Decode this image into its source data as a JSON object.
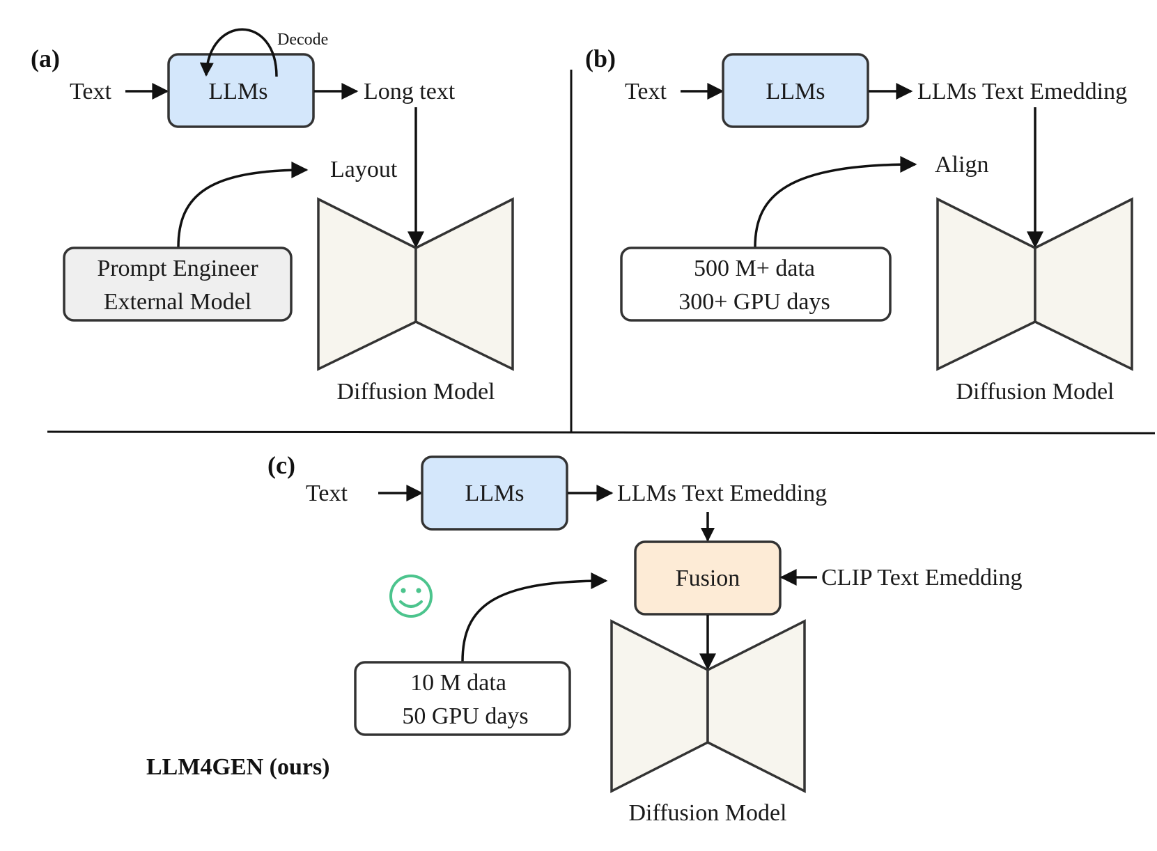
{
  "panel_a": {
    "tag": "(a)",
    "input": "Text",
    "llm": "LLMs",
    "loop": "Decode",
    "output": "Long text",
    "layout": "Layout",
    "tool_line1": "Prompt Engineer",
    "tool_line2": "External Model",
    "model": "Diffusion Model",
    "colors": {
      "llm_fill": "#d4e7fb",
      "tool_fill": "#efefef",
      "model_fill": "#f7f5ee"
    }
  },
  "panel_b": {
    "tag": "(b)",
    "input": "Text",
    "llm": "LLMs",
    "output": "LLMs Text Emedding",
    "align": "Align",
    "cost_line1": "500 M+ data",
    "cost_line2": "300+ GPU days",
    "model": "Diffusion Model"
  },
  "panel_c": {
    "tag": "(c)",
    "input": "Text",
    "llm": "LLMs",
    "output": "LLMs Text Emedding",
    "fusion": "Fusion",
    "clip": "CLIP Text Emedding",
    "cost_line1": "10 M data",
    "cost_line2": "50 GPU days",
    "model": "Diffusion Model",
    "method": "LLM4GEN (ours)",
    "icon": "smiley-face-icon",
    "colors": {
      "fusion_fill": "#fdebd6",
      "smiley": "#4cc48d"
    }
  }
}
